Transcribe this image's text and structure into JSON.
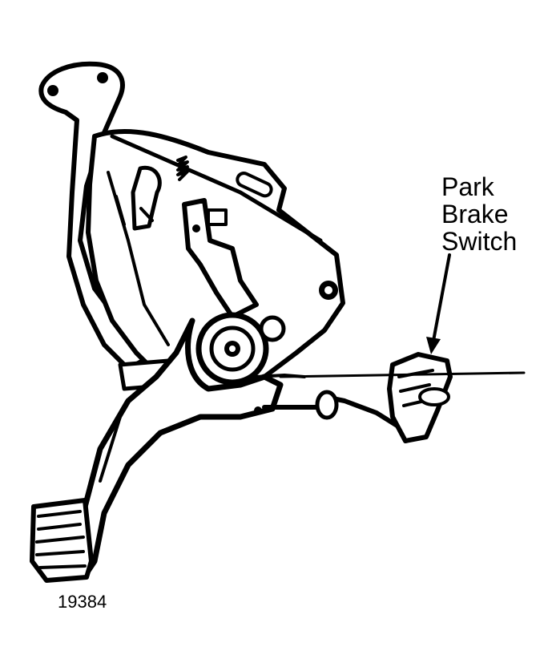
{
  "callout": {
    "line1": "Park",
    "line2": "Brake",
    "line3": "Switch"
  },
  "figure_number": "19384",
  "colors": {
    "ink": "#000000",
    "paper": "#ffffff"
  }
}
